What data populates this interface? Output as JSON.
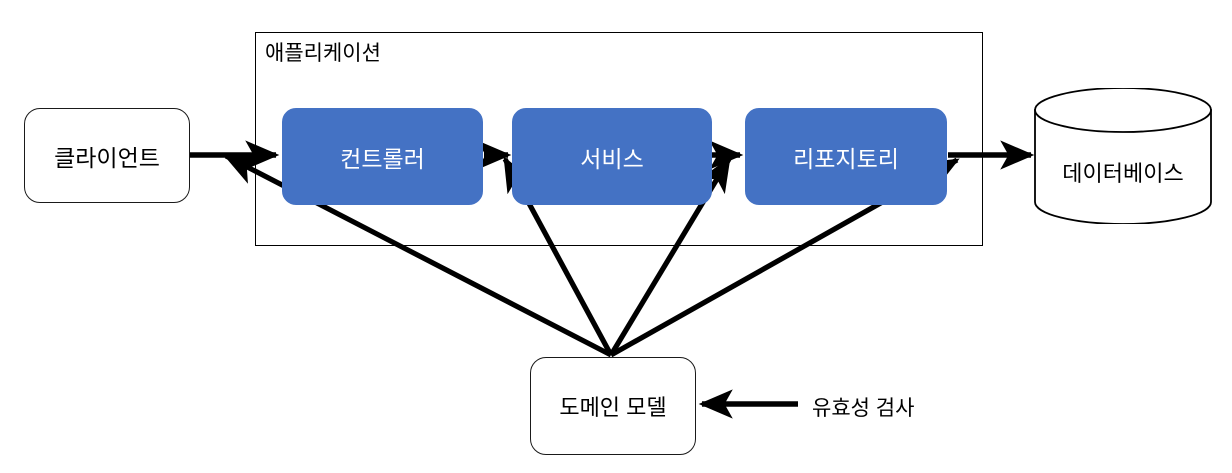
{
  "diagram": {
    "title": "Layered application architecture with domain model",
    "background": "#ffffff",
    "accent_blue": "#4472C4",
    "line_color": "#000000",
    "group": {
      "label": "애플리케이션",
      "name": "application-container"
    },
    "nodes": [
      {
        "id": "client",
        "label": "클라이언트",
        "shape": "rounded-rect",
        "fill": "#ffffff",
        "text_color": "#000000"
      },
      {
        "id": "controller",
        "label": "컨트롤러",
        "shape": "rounded-rect",
        "fill": "#4472C4",
        "text_color": "#ffffff"
      },
      {
        "id": "service",
        "label": "서비스",
        "shape": "rounded-rect",
        "fill": "#4472C4",
        "text_color": "#ffffff"
      },
      {
        "id": "repository",
        "label": "리포지토리",
        "shape": "rounded-rect",
        "fill": "#4472C4",
        "text_color": "#ffffff"
      },
      {
        "id": "database",
        "label": "데이터베이스",
        "shape": "cylinder",
        "fill": "#ffffff",
        "text_color": "#000000"
      },
      {
        "id": "domain",
        "label": "도메인 모델",
        "shape": "rounded-rect",
        "fill": "#ffffff",
        "text_color": "#000000"
      }
    ],
    "annotations": [
      {
        "id": "validation",
        "label": "유효성 검사"
      }
    ],
    "edges": [
      {
        "from": "client",
        "to": "controller",
        "style": "solid",
        "arrow": "end"
      },
      {
        "from": "controller",
        "to": "service",
        "style": "solid",
        "arrow": "end"
      },
      {
        "from": "service",
        "to": "repository",
        "style": "solid",
        "arrow": "end"
      },
      {
        "from": "repository",
        "to": "database",
        "style": "solid",
        "arrow": "end"
      },
      {
        "from": "domain",
        "to": "client",
        "style": "solid",
        "arrow": "end"
      },
      {
        "from": "domain",
        "to": "service",
        "style": "solid",
        "arrow": "end"
      },
      {
        "from": "domain",
        "to": "repository",
        "style": "solid",
        "arrow": "end"
      },
      {
        "from": "domain",
        "to": "database",
        "style": "solid",
        "arrow": "end"
      },
      {
        "from": "validation",
        "to": "domain",
        "style": "solid",
        "arrow": "end"
      }
    ]
  }
}
